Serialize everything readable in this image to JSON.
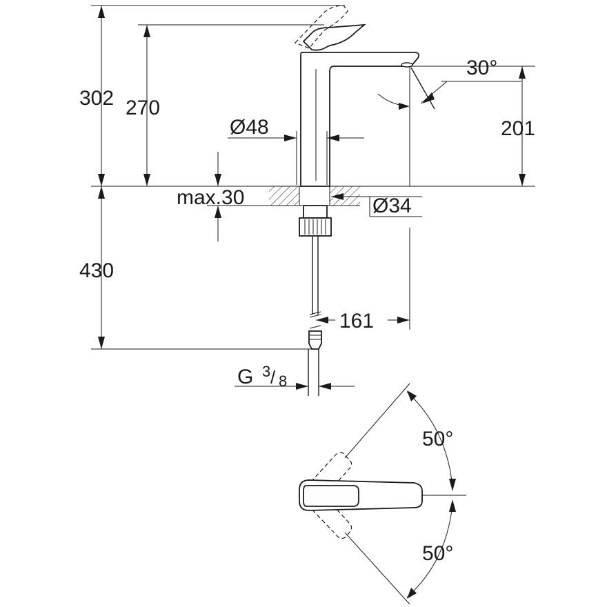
{
  "dimensions": {
    "total_height": "302",
    "spout_height": "270",
    "outlet_height": "201",
    "spout_angle": "30°",
    "body_diameter": "Ø48",
    "deck_thickness": "max.30",
    "hole_diameter": "Ø34",
    "hose_length": "430",
    "spout_reach": "161",
    "connection_thread_base": "G",
    "connection_thread_num": "3",
    "connection_thread_den": "8",
    "lever_angle_upper": "50°",
    "lever_angle_lower": "50°"
  }
}
